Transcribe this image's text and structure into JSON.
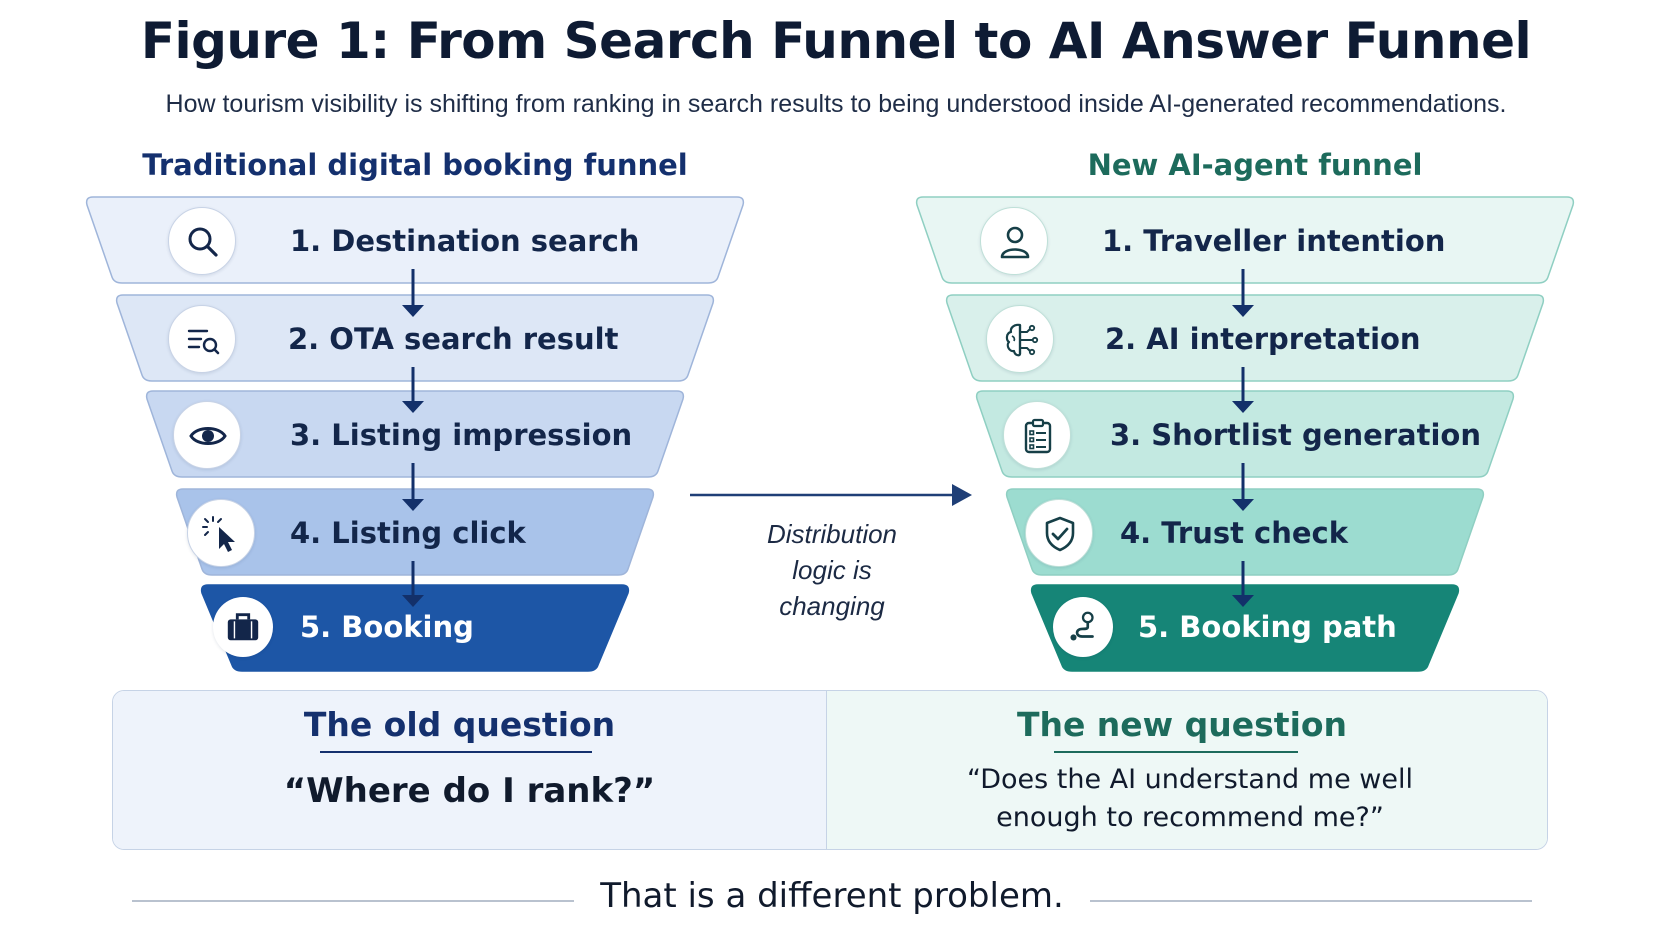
{
  "figure": {
    "title": "Figure 1: From Search Funnel to AI Answer Funnel",
    "subtitle": "How tourism visibility is shifting from ranking in search results to being understood inside AI-generated recommendations."
  },
  "traditional_funnel": {
    "heading": "Traditional digital booking funnel",
    "steps": [
      {
        "label": "1. Destination search",
        "icon": "search-icon"
      },
      {
        "label": "2. OTA search result",
        "icon": "search-results-icon"
      },
      {
        "label": "3. Listing impression",
        "icon": "eye-icon"
      },
      {
        "label": "4. Listing click",
        "icon": "cursor-click-icon"
      },
      {
        "label": "5. Booking",
        "icon": "briefcase-icon"
      }
    ],
    "colors": [
      "#eaf0fa",
      "#dde7f6",
      "#c8d8f1",
      "#a9c3ea",
      "#1d56a6"
    ]
  },
  "ai_funnel": {
    "heading": "New AI-agent funnel",
    "steps": [
      {
        "label": "1. Traveller intention",
        "icon": "person-icon"
      },
      {
        "label": "2. AI interpretation",
        "icon": "brain-circuit-icon"
      },
      {
        "label": "3. Shortlist generation",
        "icon": "clipboard-list-icon"
      },
      {
        "label": "4. Trust check",
        "icon": "shield-check-icon"
      },
      {
        "label": "5. Booking path",
        "icon": "route-icon"
      }
    ],
    "colors": [
      "#e8f6f3",
      "#d9f0eb",
      "#c3e9e1",
      "#9cdcd0",
      "#168577"
    ]
  },
  "transition": {
    "label_lines": [
      "Distribution",
      "logic is",
      "changing"
    ]
  },
  "comparison": {
    "old": {
      "title": "The old question",
      "question": "“Where do I rank?”"
    },
    "new": {
      "title": "The new question",
      "question": "“Does the AI understand me well enough to recommend me?”"
    }
  },
  "footer": {
    "text": "That is a different problem."
  }
}
